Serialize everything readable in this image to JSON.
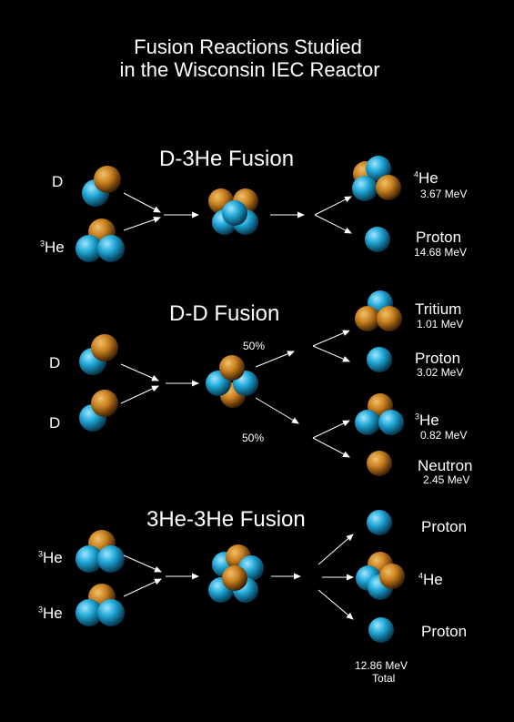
{
  "title": {
    "line1": "Fusion Reactions Studied",
    "line2": "in the Wisconsin IEC Reactor"
  },
  "colors": {
    "proton": "#1fa6d6",
    "neutron": "#c8801f",
    "background": "#000000"
  },
  "sections": {
    "d3he": {
      "title": "D-3He Fusion",
      "reactant1": "D",
      "reactant2": {
        "sup": "3",
        "base": "He"
      },
      "product1": {
        "sup": "4",
        "base": "He",
        "energy": "3.67 MeV"
      },
      "product2": {
        "name": "Proton",
        "energy": "14.68 MeV"
      }
    },
    "dd": {
      "title": "D-D Fusion",
      "reactant1": "D",
      "reactant2": "D",
      "branch1_pct": "50%",
      "branch2_pct": "50%",
      "product1": {
        "name": "Tritium",
        "energy": "1.01 MeV"
      },
      "product2": {
        "name": "Proton",
        "energy": "3.02 MeV"
      },
      "product3": {
        "sup": "3",
        "base": "He",
        "energy": "0.82 MeV"
      },
      "product4": {
        "name": "Neutron",
        "energy": "2.45 MeV"
      }
    },
    "he3he3": {
      "title": "3He-3He Fusion",
      "reactant1": {
        "sup": "3",
        "base": "He"
      },
      "reactant2": {
        "sup": "3",
        "base": "He"
      },
      "product1": "Proton",
      "product2": {
        "sup": "4",
        "base": "He"
      },
      "product3": "Proton",
      "total_energy": "12.86 MeV",
      "total_label": "Total"
    }
  }
}
